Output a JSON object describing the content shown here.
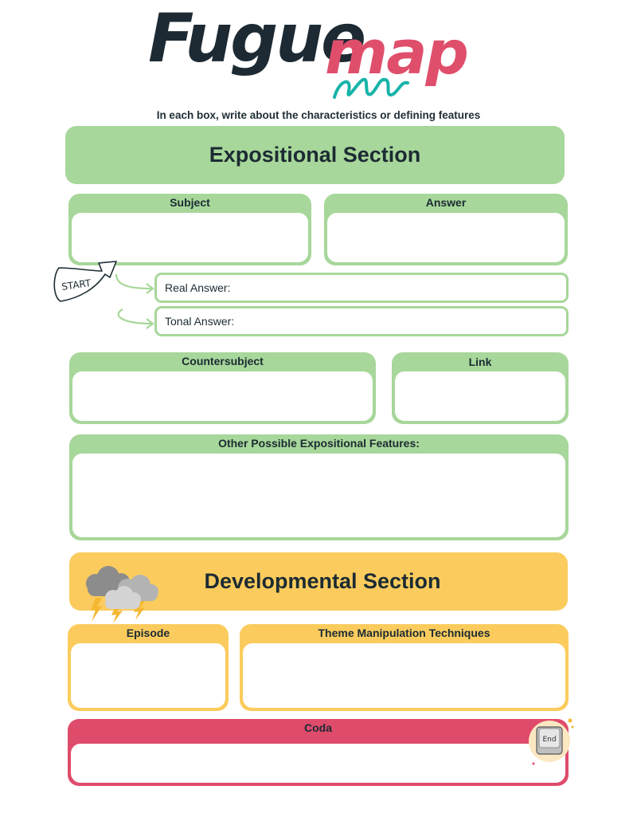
{
  "title": {
    "word1": "Fugue",
    "word2": "map"
  },
  "instructions": "In each box, write about the characteristics or defining features",
  "expositional": {
    "heading": "Expositional Section",
    "subject_label": "Subject",
    "answer_label": "Answer",
    "real_answer_label": "Real Answer:",
    "tonal_answer_label": "Tonal Answer:",
    "countersubject_label": "Countersubject",
    "link_label": "Link",
    "other_label": "Other Possible Expositional Features:"
  },
  "start_sticker": "START",
  "developmental": {
    "heading": "Developmental Section",
    "episode_label": "Episode",
    "theme_label": "Theme Manipulation Techniques"
  },
  "coda": {
    "label": "Coda",
    "end_key": "End"
  },
  "colors": {
    "green": "#a7d79a",
    "yellow": "#fbcc5d",
    "pink": "#df4b6b",
    "dark": "#1c2b33",
    "teal": "#17b3a8"
  },
  "icons": [
    "squiggle-decoration",
    "start-arrow-icon",
    "curved-arrow-icon",
    "storm-cloud-icon",
    "end-key-icon"
  ]
}
